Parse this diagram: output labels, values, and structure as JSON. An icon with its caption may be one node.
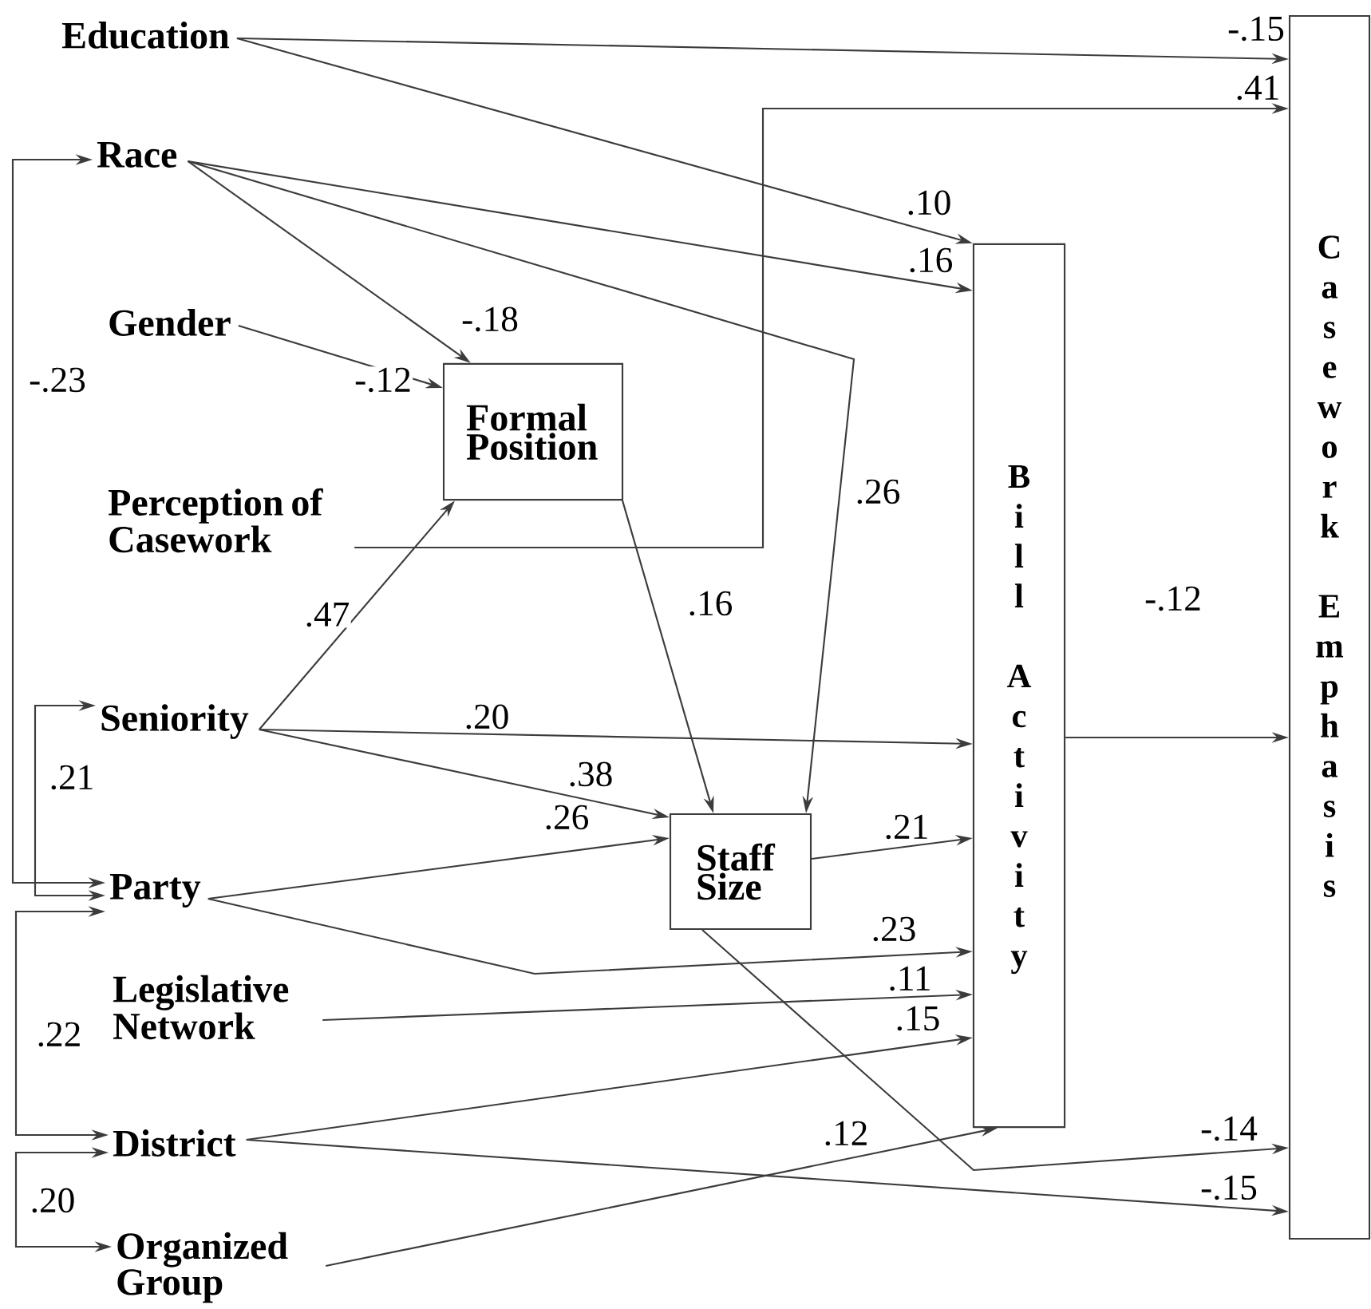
{
  "diagram": {
    "nodes": [
      {
        "text": [
          "Education"
        ]
      },
      {
        "text": [
          "Race"
        ]
      },
      {
        "text": [
          "Gender"
        ]
      },
      {
        "text": [
          "Formal Position"
        ]
      },
      {
        "text": [
          "Perception of Casework"
        ]
      },
      {
        "text": [
          "Seniority"
        ]
      },
      {
        "text": [
          "Party"
        ]
      },
      {
        "text": [
          "Legislative Network"
        ]
      },
      {
        "text": [
          "District"
        ]
      },
      {
        "text": [
          "Organized Group"
        ]
      },
      {
        "text": [
          "Staff Size"
        ]
      },
      {
        "text": [
          "Bill Activity"
        ]
      },
      {
        "text": [
          "Casework Emphasis"
        ]
      }
    ],
    "edges": [
      {
        "from": 0,
        "to": 12,
        "arrow": "to",
        "label": "-.15"
      },
      {
        "from": 0,
        "to": 11,
        "arrow": "to",
        "label": ".10"
      },
      {
        "from": 1,
        "to": 11,
        "arrow": "to",
        "label": ".16"
      },
      {
        "from": 1,
        "to": 3,
        "arrow": "to",
        "label": "-.18"
      },
      {
        "from": 1,
        "to": 10,
        "arrow": "to",
        "label": ".26"
      },
      {
        "from": 2,
        "to": 3,
        "arrow": "to",
        "label": "-.12"
      },
      {
        "from": 4,
        "to": 12,
        "arrow": "to",
        "label": ".41"
      },
      {
        "from": 3,
        "to": 10,
        "arrow": "to",
        "label": ".16"
      },
      {
        "from": 5,
        "to": 3,
        "arrow": "to",
        "label": ".47"
      },
      {
        "from": 5,
        "to": 11,
        "arrow": "to",
        "label": ".20"
      },
      {
        "from": 5,
        "to": 10,
        "arrow": "to",
        "label": ".38"
      },
      {
        "from": 6,
        "to": 10,
        "arrow": "to",
        "label": ".26"
      },
      {
        "from": 6,
        "to": 11,
        "arrow": "to",
        "label": ".23"
      },
      {
        "from": 7,
        "to": 11,
        "arrow": "to",
        "label": ".11"
      },
      {
        "from": 8,
        "to": 11,
        "arrow": "to",
        "label": ".15"
      },
      {
        "from": 8,
        "to": 12,
        "arrow": "to",
        "label": "-.15"
      },
      {
        "from": 9,
        "to": 11,
        "arrow": "to",
        "label": ".12"
      },
      {
        "from": 10,
        "to": 11,
        "arrow": "to",
        "label": ".21"
      },
      {
        "from": 10,
        "to": 12,
        "arrow": "to",
        "label": "-.14"
      },
      {
        "from": 11,
        "to": 12,
        "arrow": "to",
        "label": "-.12"
      },
      {
        "from": 1,
        "to": 6,
        "arrow": "both",
        "label": "-.23"
      },
      {
        "from": 5,
        "to": 6,
        "arrow": "both",
        "label": ".21"
      },
      {
        "from": 6,
        "to": 8,
        "arrow": "both",
        "label": ".22"
      },
      {
        "from": 8,
        "to": 9,
        "arrow": "both",
        "label": ".20"
      }
    ]
  }
}
